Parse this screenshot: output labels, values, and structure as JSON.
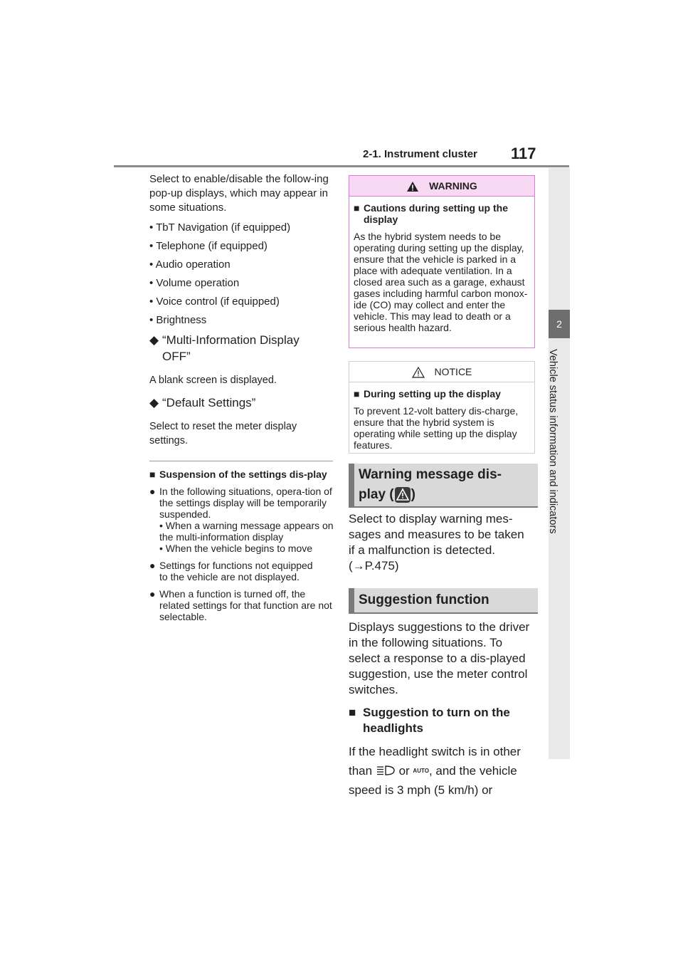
{
  "header": {
    "section": "2-1. Instrument cluster",
    "page_number": "117"
  },
  "side_tab": {
    "chapter_number": "2",
    "chapter_title": "Vehicle status information and indicators"
  },
  "left": {
    "intro": "Select to enable/disable the follow-ing pop-up displays, which may appear in some situations.",
    "bullets": [
      "• TbT Navigation (if equipped)",
      "• Telephone (if equipped)",
      "• Audio operation",
      "• Volume operation",
      "• Voice control (if equipped)",
      "• Brightness"
    ],
    "item1_title": "“Multi-Information Display OFF”",
    "item1_text": "A blank screen is displayed.",
    "item2_title": "“Default Settings”",
    "item2_text": "Select to reset the meter display settings.",
    "suspension_title": "Suspension of the settings dis-play",
    "susp_p1": "In the following situations, opera-tion of the settings display will be temporarily suspended.",
    "susp_sub1": "• When a warning message appears on the multi-information display",
    "susp_sub2": "• When the vehicle begins to move",
    "susp_p2": "Settings for functions not equipped to the vehicle are not displayed.",
    "susp_p3": "When a function is turned off, the related settings for that function are not selectable."
  },
  "right": {
    "warning_label": "WARNING",
    "warning_title": "Cautions during setting up the display",
    "warning_text": "As the hybrid system needs to be operating during setting up the display, ensure that the vehicle is parked in a place with adequate ventilation. In a closed area such as a garage, exhaust gases including harmful carbon monox-ide (CO) may collect and enter the vehicle. This may lead to death or a serious health hazard.",
    "notice_label": "NOTICE",
    "notice_title": "During setting up the display",
    "notice_text": "To prevent 12-volt battery dis-charge, ensure that the hybrid system is operating while setting up the display features.",
    "warn_msg_heading_a": "Warning message dis-",
    "warn_msg_heading_b": "play (",
    "warn_msg_heading_c": ")",
    "warn_msg_text": "Select to display warning mes-sages and measures to be taken if a malfunction is detected. (",
    "warn_msg_ref": "→P.475)",
    "suggestion_heading": "Suggestion function",
    "suggestion_text": "Displays suggestions to the driver in the following situations. To select a response to a dis-played suggestion, use the meter control switches.",
    "headlights_title": "Suggestion to turn on the headlights",
    "headlights_text_a": "If the headlight switch is in other than",
    "headlights_text_or": "or",
    "auto_label": "AUTO",
    "headlights_text_b": ", and the vehicle speed is 3 mph (5 km/h) or"
  },
  "icons": {
    "diamond_bullet": "◆",
    "square_bullet": "■",
    "circle_bullet": "●"
  }
}
